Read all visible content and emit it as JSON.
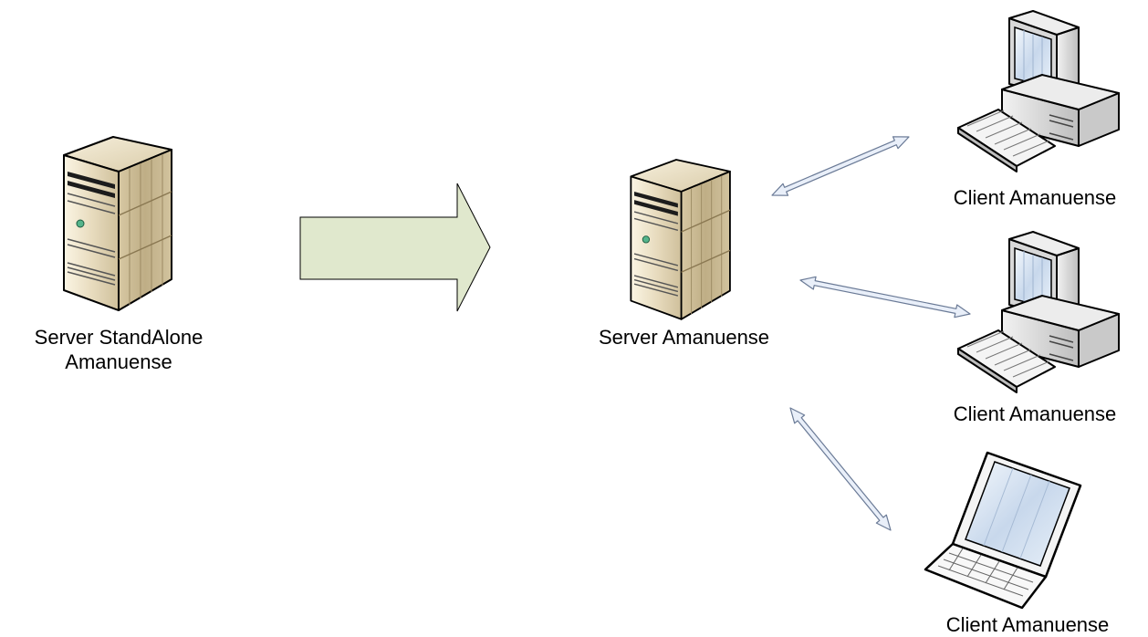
{
  "standalone_server": {
    "label_line1": "Server StandAlone",
    "label_line2": "Amanuense"
  },
  "central_server": {
    "label": "Server Amanuense"
  },
  "clients": [
    {
      "label": "Client Amanuense",
      "device": "desktop-computer-icon"
    },
    {
      "label": "Client Amanuense",
      "device": "desktop-computer-icon"
    },
    {
      "label": "Client Amanuense",
      "device": "laptop-icon"
    }
  ],
  "colors": {
    "migration_arrow_fill": "#e0e8cd",
    "connection_arrow_fill": "#e9eff9",
    "server_body": "#ddcfae",
    "screen": "#dce9f6",
    "stroke": "#000000"
  }
}
